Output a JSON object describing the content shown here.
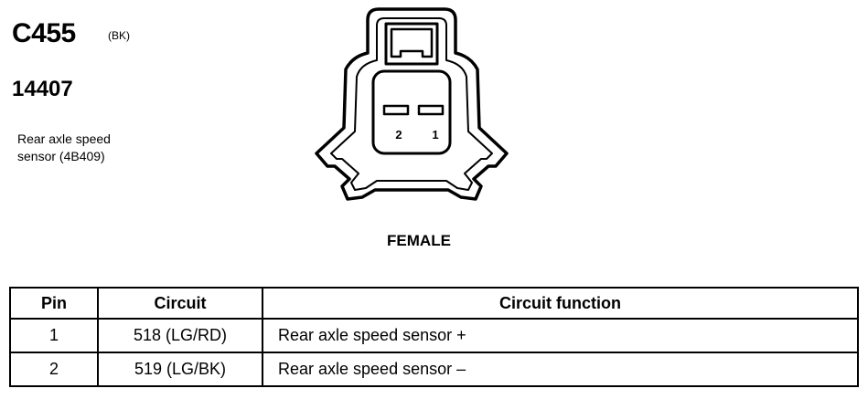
{
  "connector": {
    "id": "C455",
    "color_code": "(BK)",
    "part_number": "14407",
    "description_lines": [
      "Rear axle speed",
      "sensor (4B409)"
    ],
    "gender": "FEMALE",
    "pin_labels": [
      "2",
      "1"
    ]
  },
  "table": {
    "headers": [
      "Pin",
      "Circuit",
      "Circuit function"
    ],
    "rows": [
      {
        "pin": "1",
        "circuit": "518 (LG/RD)",
        "function": "Rear axle speed sensor  +"
      },
      {
        "pin": "2",
        "circuit": "519 (LG/BK)",
        "function": "Rear axle speed sensor  –"
      }
    ]
  }
}
